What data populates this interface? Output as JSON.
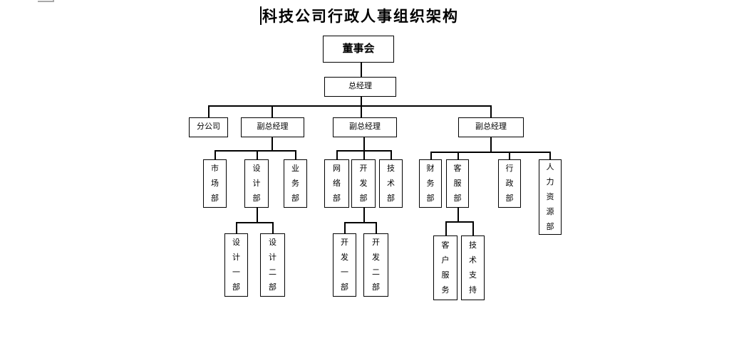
{
  "page": {
    "title": "科技公司行政人事组织架构"
  },
  "org_chart": {
    "nodes": {
      "board": "董事会",
      "general_manager": "总经理",
      "branch_company": "分公司",
      "vice_gm_1": "副总经理",
      "vice_gm_2": "副总经理",
      "vice_gm_3": "副总经理",
      "marketing_dept": "市场部",
      "design_dept": "设计部",
      "business_dept": "业务部",
      "network_dept": "网络部",
      "development_dept": "开发部",
      "technology_dept": "技术部",
      "finance_dept": "财务部",
      "customer_service_dept": "客服部",
      "administration_dept": "行政部",
      "hr_dept": "人力资源部",
      "design_division_1": "设计一部",
      "design_division_2": "设计二部",
      "development_division_1": "开发一部",
      "development_division_2": "开发二部",
      "customer_service_team": "客户服务",
      "tech_support_team": "技术支持"
    },
    "edges": [
      {
        "from": "board",
        "to": "general_manager"
      },
      {
        "from": "general_manager",
        "to": "branch_company"
      },
      {
        "from": "general_manager",
        "to": "vice_gm_1"
      },
      {
        "from": "general_manager",
        "to": "vice_gm_2"
      },
      {
        "from": "general_manager",
        "to": "vice_gm_3"
      },
      {
        "from": "vice_gm_1",
        "to": "marketing_dept"
      },
      {
        "from": "vice_gm_1",
        "to": "design_dept"
      },
      {
        "from": "vice_gm_1",
        "to": "business_dept"
      },
      {
        "from": "vice_gm_2",
        "to": "network_dept"
      },
      {
        "from": "vice_gm_2",
        "to": "development_dept"
      },
      {
        "from": "vice_gm_2",
        "to": "technology_dept"
      },
      {
        "from": "vice_gm_3",
        "to": "finance_dept"
      },
      {
        "from": "vice_gm_3",
        "to": "customer_service_dept"
      },
      {
        "from": "vice_gm_3",
        "to": "administration_dept"
      },
      {
        "from": "vice_gm_3",
        "to": "hr_dept"
      },
      {
        "from": "design_dept",
        "to": "design_division_1"
      },
      {
        "from": "design_dept",
        "to": "design_division_2"
      },
      {
        "from": "development_dept",
        "to": "development_division_1"
      },
      {
        "from": "development_dept",
        "to": "development_division_2"
      },
      {
        "from": "customer_service_dept",
        "to": "customer_service_team"
      },
      {
        "from": "customer_service_dept",
        "to": "tech_support_team"
      }
    ],
    "colors": {
      "line": "#000000",
      "box_border": "#000000",
      "box_fill": "#ffffff",
      "artifact_gray": "#a9a9a9"
    }
  }
}
